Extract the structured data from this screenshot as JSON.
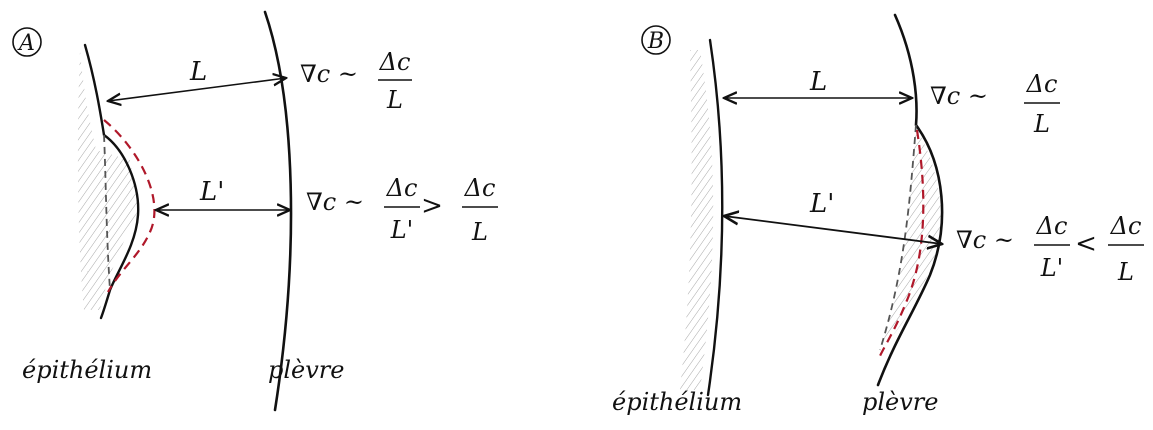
{
  "panels": [
    {
      "id": "A",
      "badge": "A",
      "L_label": "L",
      "Lprime_label": "L'",
      "epithelium_label": "épithélium",
      "pleura_label": "plèvre",
      "formula_top": {
        "lhs": "∇c ~",
        "num": "Δc",
        "den": "L"
      },
      "formula_bottom": {
        "lhs": "∇c ~",
        "num": "Δc",
        "den": "L'",
        "op": ">",
        "num2": "Δc",
        "den2": "L"
      }
    },
    {
      "id": "B",
      "badge": "B",
      "L_label": "L",
      "Lprime_label": "L'",
      "epithelium_label": "épithélium",
      "pleura_label": "plèvre",
      "formula_top": {
        "lhs": "∇c ~",
        "num": "Δc",
        "den": "L"
      },
      "formula_bottom": {
        "lhs": "∇c ~",
        "num": "Δc",
        "den": "L'",
        "op": "<",
        "num2": "Δc",
        "den2": "L"
      }
    }
  ],
  "colors": {
    "ink": "#111111",
    "dashed": "#b0182a",
    "hatch": "#9a9a9a"
  }
}
